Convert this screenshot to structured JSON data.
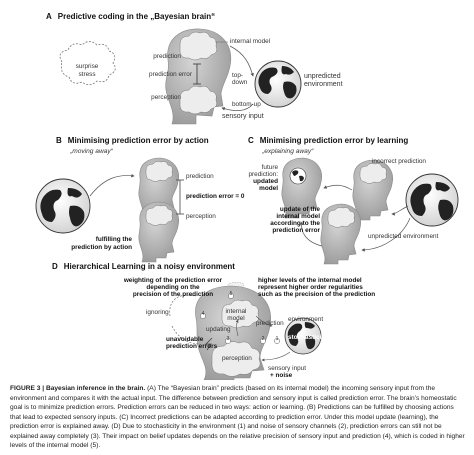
{
  "panels": {
    "a": {
      "letter": "A",
      "title": "Predictive coding in the „Bayesian brain“",
      "surprise": "surprise",
      "stress": "stress",
      "internal_model": "internal model",
      "prediction": "prediction",
      "prediction_error": "prediction error",
      "perception": "perception",
      "top_down_1": "top-",
      "top_down_2": "down",
      "bottom_up": "bottom-up",
      "sensory_input": "sensory input",
      "unpredicted_1": "unpredicted",
      "unpredicted_2": "environment"
    },
    "b": {
      "letter": "B",
      "title": "Minimising prediction error by action",
      "subtitle": "„moving away“",
      "prediction": "prediction",
      "prediction_error": "prediction error = 0",
      "perception": "perception",
      "fulfilling_1": "fulfilling the",
      "fulfilling_2": "prediction by action"
    },
    "c": {
      "letter": "C",
      "title": "Minimising prediction error by learning",
      "subtitle": "„explaining away“",
      "future_1": "future",
      "future_2": "prediction:",
      "updated_1": "updated",
      "updated_2": "model",
      "incorrect": "incorrect prediction",
      "update_1": "update of the",
      "update_2": "internal model",
      "update_3": "according to the",
      "update_4": "prediction error",
      "unpredicted": "unpredicted environment"
    },
    "d": {
      "letter": "D",
      "title": "Hierarchical Learning in a noisy environment",
      "weighting_1": "weighting of the prediction error",
      "weighting_2": "depending on the",
      "weighting_3": "precision of the prediction",
      "higher_1": "higher levels of the internal model",
      "higher_2": "represent higher order regularities",
      "higher_3": "such as the precision of the prediction",
      "ignoring": "ignoring",
      "internal_1": "internal",
      "internal_2": "model",
      "prediction": "prediction",
      "updating": "updating",
      "environment": "environment",
      "unavoidable_1": "unavoidable",
      "unavoidable_2": "prediction errors",
      "perception": "perception",
      "stochasticity": "stochasticity",
      "sensory_1": "sensory input",
      "sensory_2": "+ noise",
      "n1": "1",
      "n2": "2",
      "n3": "3",
      "n4": "4",
      "n5": "5"
    }
  },
  "caption": {
    "label": "FIGURE 3 |",
    "title": "Bayesian inference in the brain.",
    "text": "(A) The “Bayesian brain” predicts (based on its internal model) the incoming sensory input from the environment and compares it with the actual input. The difference between prediction and sensory input is called prediction error. The brain’s homeostatic goal is to minimize prediction errors. Prediction errors can be reduced in two ways: action or learning. (B) Predictions can be fulfilled by choosing actions that lead to expected sensory inputs. (C) Incorrect predictions can be adapted according to prediction error. Under this model update (learning), the prediction error is explained away. (D) Due to stochasticity in the environment (1) and noise of sensory channels (2), prediction errors can still not be explained away completely (3). Their impact on belief updates depends on the relative precision of sensory input and prediction (4), which is coded in higher levels of the internal model (5)."
  }
}
